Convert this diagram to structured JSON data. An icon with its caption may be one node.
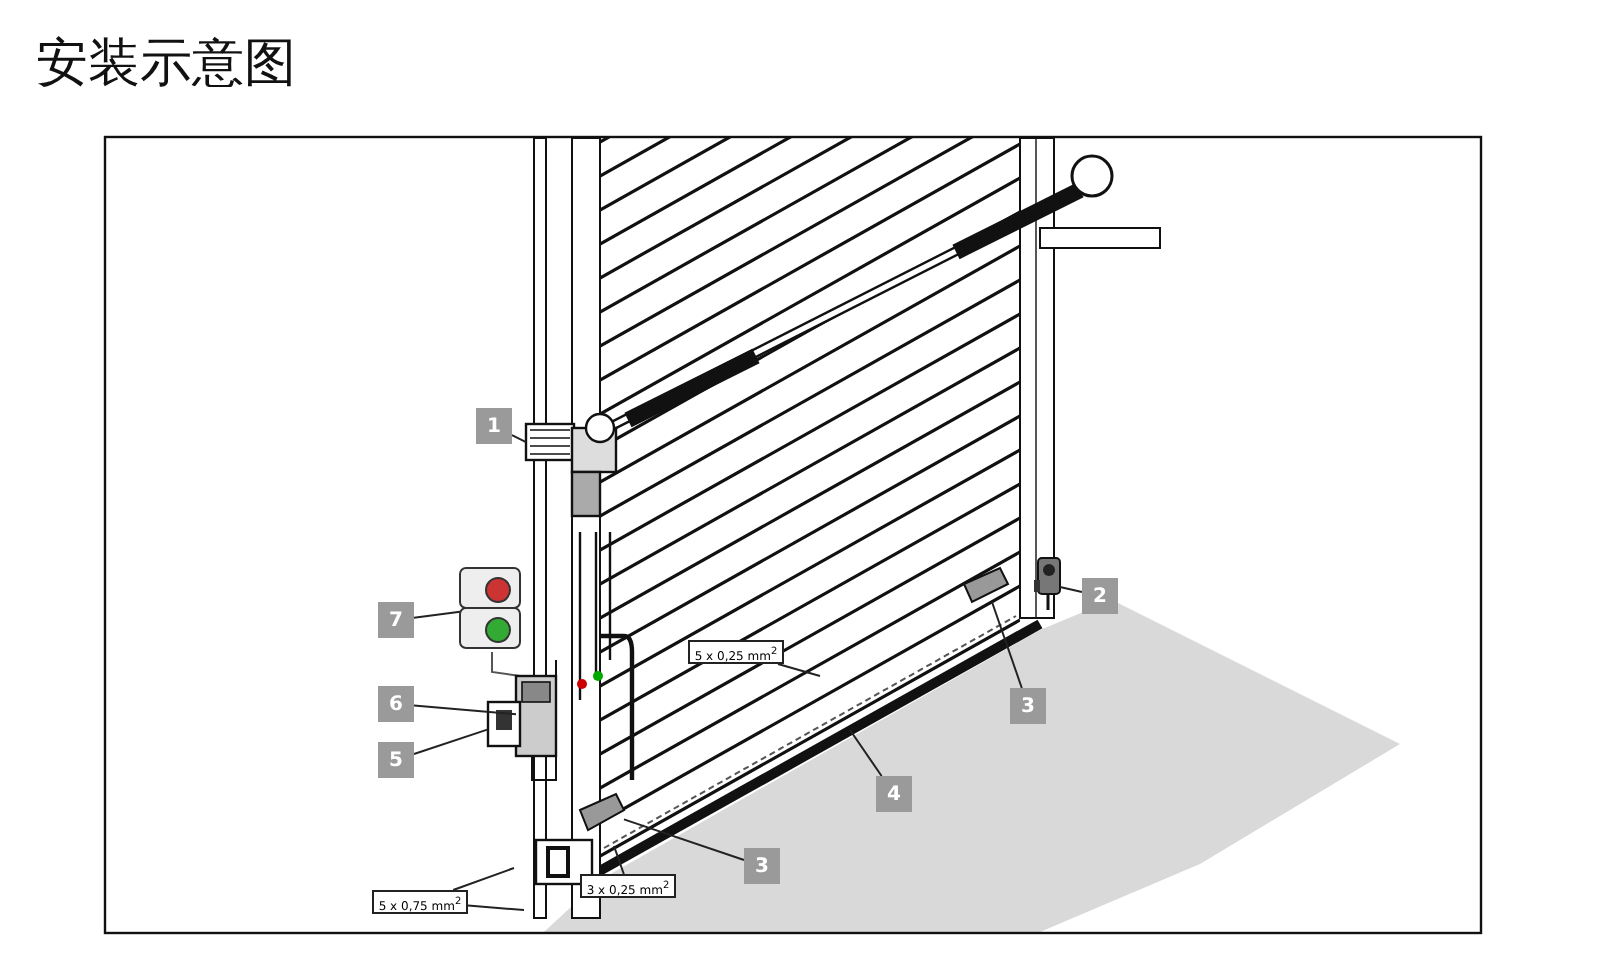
{
  "diagram": {
    "title": "安装示意图",
    "nodes": [
      {
        "text": [
          "1"
        ]
      },
      {
        "text": [],
        "shape": "picture"
      },
      {
        "text": [
          "7"
        ]
      },
      {
        "text": [],
        "shape": "picture"
      },
      {
        "text": [
          "6"
        ]
      },
      {
        "text": [],
        "shape": "picture"
      },
      {
        "text": [
          "5"
        ]
      },
      {
        "text": [],
        "shape": "picture"
      },
      {
        "text": [
          "2"
        ]
      },
      {
        "text": [],
        "shape": "picture"
      },
      {
        "text": [
          "3"
        ]
      },
      {
        "text": [],
        "shape": "picture"
      },
      {
        "text": [
          "4"
        ]
      },
      {
        "text": [
          "3"
        ]
      },
      {
        "text": [],
        "shape": "picture"
      },
      {
        "text": [
          "5 x 0,25 mm$^{2}$"
        ]
      },
      {
        "text": [
          "3 x 0,25 mm$^{2}$"
        ]
      },
      {
        "text": [
          "5 x 0,75 mm$^{2}$"
        ]
      }
    ],
    "edges": [
      {
        "from": 0,
        "to": 1,
        "arrow": "none"
      },
      {
        "from": 2,
        "to": 3,
        "arrow": "none"
      },
      {
        "from": 4,
        "to": 5,
        "arrow": "none"
      },
      {
        "from": 6,
        "to": 7,
        "arrow": "none"
      },
      {
        "from": 8,
        "to": 9,
        "arrow": "none"
      },
      {
        "from": 10,
        "to": 11,
        "arrow": "none"
      },
      {
        "from": 12,
        "to": null,
        "arrow": "none"
      },
      {
        "from": 13,
        "to": 14,
        "arrow": "none"
      },
      {
        "from": 15,
        "to": null,
        "arrow": "none"
      },
      {
        "from": 16,
        "to": null,
        "arrow": "none"
      },
      {
        "from": 17,
        "to": null,
        "arrow": "none"
      },
      {
        "from": 17,
        "to": null,
        "arrow": "none"
      }
    ]
  }
}
